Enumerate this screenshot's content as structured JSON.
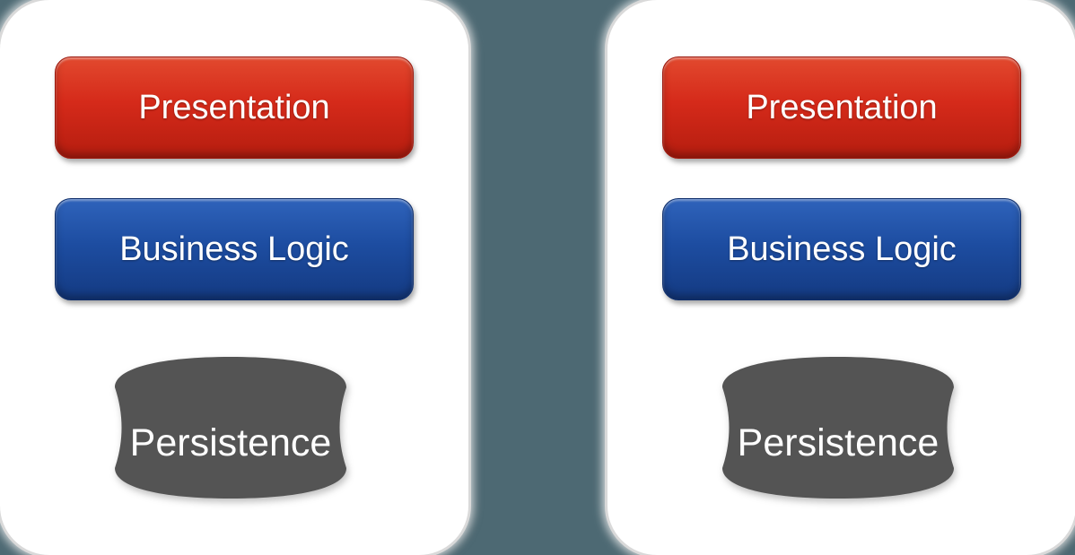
{
  "diagram": {
    "cards": [
      {
        "id": "stack-left",
        "layers": [
          {
            "label": "Presentation"
          },
          {
            "label": "Business Logic"
          },
          {
            "label": "Persistence"
          }
        ]
      },
      {
        "id": "stack-right",
        "layers": [
          {
            "label": "Presentation"
          },
          {
            "label": "Business Logic"
          },
          {
            "label": "Persistence"
          }
        ]
      }
    ]
  },
  "colors": {
    "background": "#4D6973",
    "card-bg": "#FFFFFF",
    "card-border": "#D9D9D9",
    "red-top": "#E2492E",
    "red-mid": "#D52A1A",
    "red-bottom": "#B51D0F",
    "blue-top": "#2F63BB",
    "blue-mid": "#1D4DA1",
    "blue-bottom": "#143A82",
    "barrel-fill": "#545454",
    "label-text": "#FFFFFF"
  }
}
